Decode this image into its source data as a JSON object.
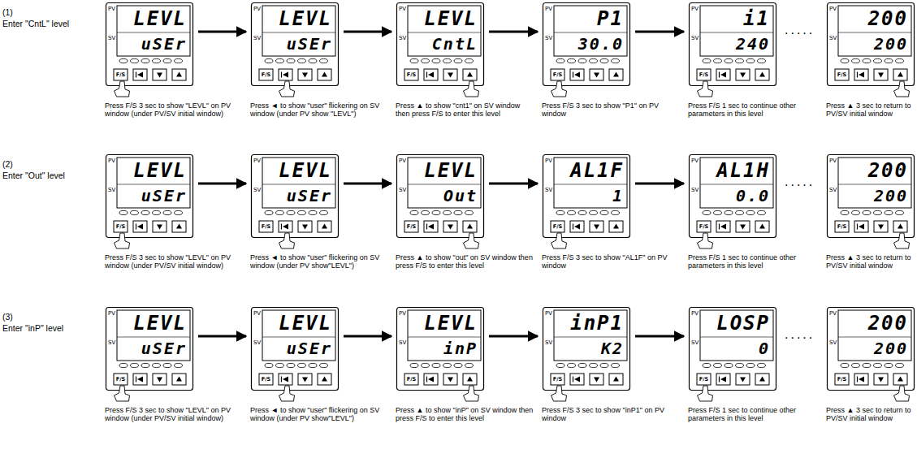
{
  "diagram": {
    "nodes": [
      {
        "text": [
          "LEVL",
          "uSEr",
          "PV",
          "SV",
          "F/S",
          "Press F/S 3 sec to show \"LEVL\" on PV window (under PV/SV initial window)"
        ]
      },
      {
        "text": [
          "LEVL",
          "uSEr",
          "PV",
          "SV",
          "F/S",
          "Press ◄ to show \"user\" flickering on SV window (under PV show \"LEVL\")"
        ]
      },
      {
        "text": [
          "LEVL",
          "CntL",
          "PV",
          "SV",
          "F/S",
          "Press ▲ to show \"cnt1\" on SV window then press F/S to enter this level"
        ]
      },
      {
        "text": [
          "P1",
          "30.0",
          "PV",
          "SV",
          "F/S",
          "Press F/S 3 sec to show \"P1\" on PV window"
        ]
      },
      {
        "text": [
          "i1",
          "240",
          "PV",
          "SV",
          "F/S",
          "Press F/S 1 sec to continue other parameters in this level"
        ]
      },
      {
        "text": [
          "200",
          "200",
          "PV",
          "SV",
          "F/S",
          "Press ▲ 3 sec to return to PV/SV initial window"
        ]
      },
      {
        "text": [
          "LEVL",
          "uSEr",
          "PV",
          "SV",
          "F/S",
          "Press F/S 3 sec to show \"LEVL\" on PV window (under PV/SV initial window)"
        ]
      },
      {
        "text": [
          "LEVL",
          "uSEr",
          "PV",
          "SV",
          "F/S",
          "Press ◄ to show \"user\" flickering on SV window (under PV show\"LEVL\")"
        ]
      },
      {
        "text": [
          "LEVL",
          "Out",
          "PV",
          "SV",
          "F/S",
          "Press ▲ to show \"out\" on SV window then press F/S to enter this level"
        ]
      },
      {
        "text": [
          "AL1F",
          "1",
          "PV",
          "SV",
          "F/S",
          "Press F/S 3 sec to show \"AL1F\" on PV window"
        ]
      },
      {
        "text": [
          "AL1H",
          "0.0",
          "PV",
          "SV",
          "F/S",
          "Press F/S 1 sec to continue other parameters in this level"
        ]
      },
      {
        "text": [
          "200",
          "200",
          "PV",
          "SV",
          "F/S",
          "Press ▲ 3 sec to return to PV/SV initial window"
        ]
      },
      {
        "text": [
          "LEVL",
          "uSEr",
          "PV",
          "SV",
          "F/S",
          "Press F/S 3 sec to show \"LEVL\" on PV window (under PV/SV initial window)"
        ]
      },
      {
        "text": [
          "LEVL",
          "uSEr",
          "PV",
          "SV",
          "F/S",
          "Press ◄ to show \"user\" flickering on SV window (under PV show\"LEVL\")"
        ]
      },
      {
        "text": [
          "LEVL",
          "inP",
          "PV",
          "SV",
          "F/S",
          "Press ▲ to show \"inP\" on SV window then press F/S to enter this level"
        ]
      },
      {
        "text": [
          "inP1",
          "K2",
          "PV",
          "SV",
          "F/S",
          "Press F/S 3 sec to show \"inP1\" on PV window"
        ]
      },
      {
        "text": [
          "LOSP",
          "0",
          "PV",
          "SV",
          "F/S",
          "Press F/S 1 sec to continue other parameters in this level"
        ]
      },
      {
        "text": [
          "200",
          "200",
          "PV",
          "SV",
          "F/S",
          "Press ▲ 3 sec to return to PV/SV initial window"
        ]
      }
    ],
    "edges": [
      {
        "from": 0,
        "to": 1,
        "arrow": "to"
      },
      {
        "from": 1,
        "to": 2,
        "arrow": "to"
      },
      {
        "from": 2,
        "to": 3,
        "arrow": "to"
      },
      {
        "from": 3,
        "to": 4,
        "arrow": "to"
      },
      {
        "from": 6,
        "to": 7,
        "arrow": "to"
      },
      {
        "from": 7,
        "to": 8,
        "arrow": "to"
      },
      {
        "from": 8,
        "to": 9,
        "arrow": "to"
      },
      {
        "from": 9,
        "to": 10,
        "arrow": "to"
      },
      {
        "from": 12,
        "to": 13,
        "arrow": "to"
      },
      {
        "from": 13,
        "to": 14,
        "arrow": "to"
      },
      {
        "from": 14,
        "to": 15,
        "arrow": "to"
      },
      {
        "from": 15,
        "to": 16,
        "arrow": "to"
      }
    ],
    "labels": [
      "(1)",
      "Enter \"CntL\" level",
      ".....",
      "(2)",
      "Enter \"Out\" level",
      ".....",
      "(3)",
      "Enter \"inP\" level",
      "....."
    ]
  }
}
